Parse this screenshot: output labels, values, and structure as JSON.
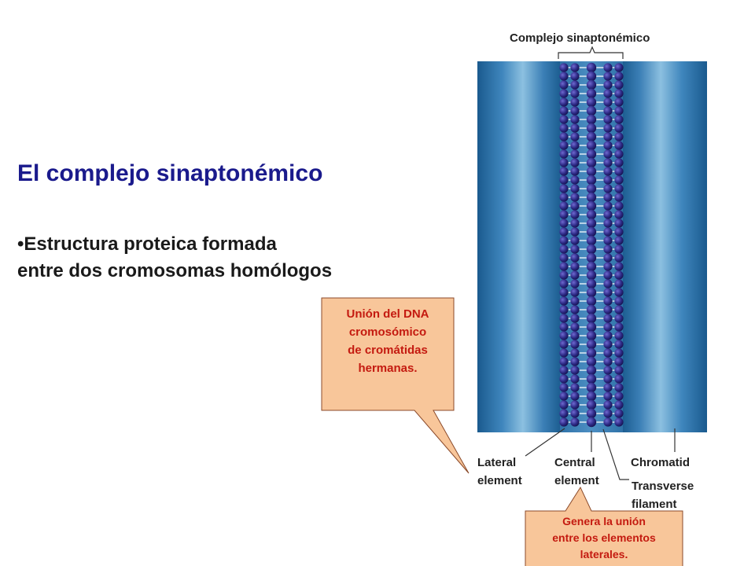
{
  "slide": {
    "title": "El complejo sinaptonémico",
    "bullet_line1": "•Estructura proteica formada",
    "bullet_line2": "entre dos cromosomas homólogos"
  },
  "diagram": {
    "top_label": "Complejo sinaptonémico",
    "labels": {
      "lateral_line1": "Lateral",
      "lateral_line2": "element",
      "central_line1": "Central",
      "central_line2": "element",
      "chromatid": "Chromatid",
      "transverse_line1": "Transverse",
      "transverse_line2": "filament"
    },
    "colors": {
      "chromatid_dark": "#1d5e91",
      "chromatid_light": "#8cc0e0",
      "beads": "#2e2a86",
      "callout_fill": "#f8c69a",
      "callout_text": "#c41a10"
    }
  },
  "callouts": {
    "left_lines": [
      "Unión del DNA",
      "cromosómico",
      "de cromátidas",
      "hermanas."
    ],
    "bottom_lines": [
      "Genera la unión",
      "entre los elementos",
      "laterales."
    ]
  }
}
